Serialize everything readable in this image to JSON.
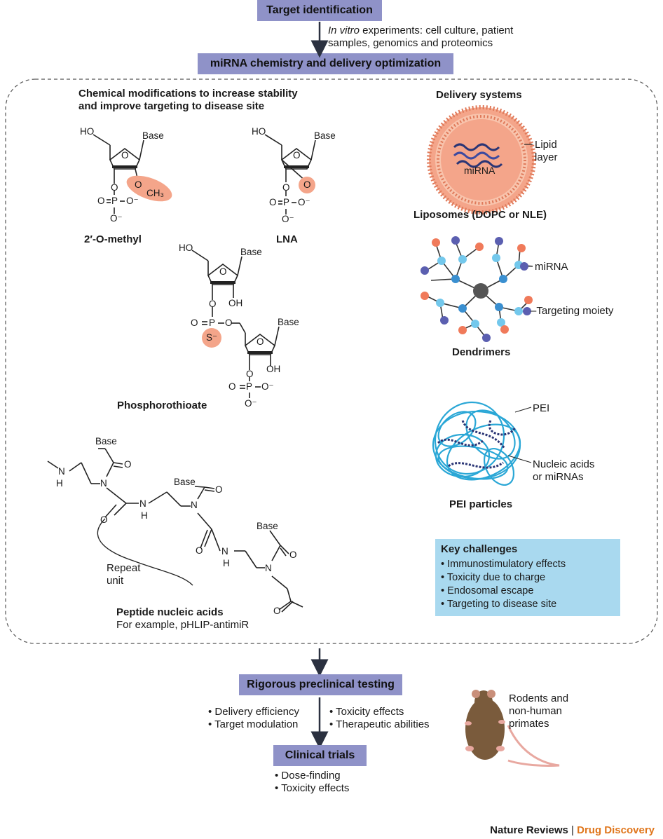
{
  "flow": {
    "target_identification": "Target identification",
    "in_vitro_italic": "In vitro",
    "in_vitro_rest": " experiments: cell culture, patient",
    "in_vitro_line2": "samples, genomics and proteomics",
    "chemistry_optimization": "miRNA chemistry and delivery optimization",
    "preclinical": "Rigorous preclinical testing",
    "clinical": "Clinical trials"
  },
  "chem": {
    "heading_line1": "Chemical modifications to increase stability",
    "heading_line2": "and improve targeting to disease site",
    "omethyl_label": "2′-O-methyl",
    "lna_label": "LNA",
    "phosphorothioate_label": "Phosphorothioate",
    "pna_label": "Peptide nucleic acids",
    "pna_example": "For example, pHLIP-antimiR",
    "repeat_unit_1": "Repeat",
    "repeat_unit_2": "unit",
    "atoms": {
      "ho": "HO",
      "base": "Base",
      "o": "O",
      "oh": "OH",
      "p": "P",
      "o_eq": "O=",
      "o_minus": "O⁻",
      "ch3": "CH₃",
      "s_minus": "S⁻",
      "n": "N",
      "h": "H",
      "nh": "N",
      "dash": "–"
    }
  },
  "delivery": {
    "heading": "Delivery systems",
    "mirna_label": "miRNA",
    "lipid_layer_1": "Lipid",
    "lipid_layer_2": "layer",
    "liposomes_label": "Liposomes (DOPC or NLE)",
    "dendrimer_mirna": "miRNA",
    "targeting_moiety": "Targeting moiety",
    "dendrimers_label": "Dendrimers",
    "pei": "PEI",
    "nucleic_1": "Nucleic acids",
    "nucleic_2": "or miRNAs",
    "pei_label": "PEI particles"
  },
  "key_challenges": {
    "title": "Key challenges",
    "items": [
      "Immunostimulatory effects",
      "Toxicity due to charge",
      "Endosomal escape",
      "Targeting to disease site"
    ]
  },
  "preclinical_bullets_left": [
    "Delivery efficiency",
    "Target modulation"
  ],
  "preclinical_bullets_right": [
    "Toxicity effects",
    "Therapeutic abilities"
  ],
  "clinical_bullets": [
    "Dose-finding",
    "Toxicity effects"
  ],
  "animals": [
    "Rodents and",
    "non-human",
    "primates"
  ],
  "footer": {
    "journal": "Nature Reviews",
    "separator": " | ",
    "section": "Drug Discovery"
  },
  "colors": {
    "flow_box": "#8f92c8",
    "highlight": "#f4a58a",
    "key_box": "#a9d9ef",
    "footer_accent": "#e0761c"
  }
}
